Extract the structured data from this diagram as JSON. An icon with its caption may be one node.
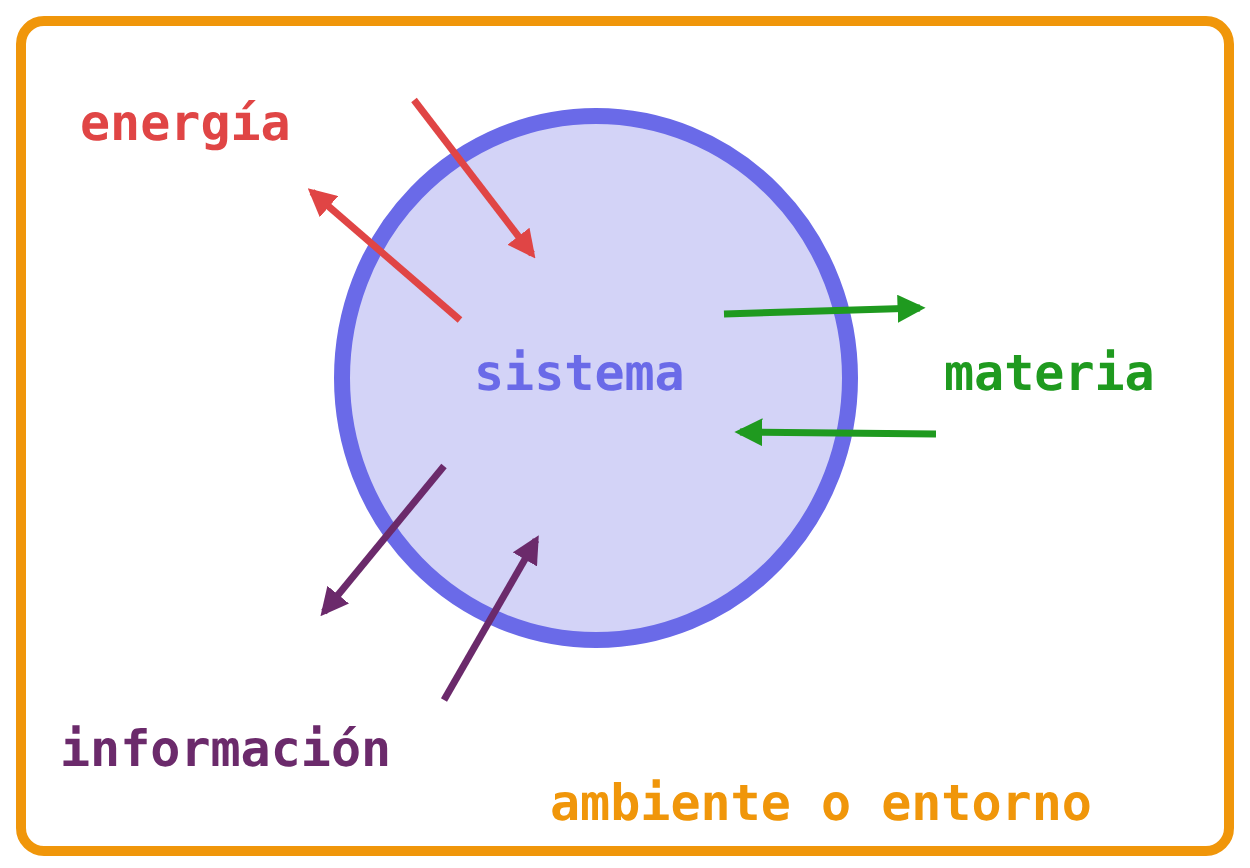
{
  "diagram": {
    "nodes": [
      {
        "text": [
          "ambiente o entorno"
        ]
      },
      {
        "text": [
          "sistema"
        ],
        "in": 0
      }
    ],
    "edges": [
      {
        "from": null,
        "to": 1,
        "arrow": "to",
        "color": "#e04545"
      },
      {
        "from": 1,
        "to": null,
        "arrow": "to",
        "color": "#e04545"
      },
      {
        "from": 1,
        "to": null,
        "arrow": "to",
        "color": "#1f9a1f"
      },
      {
        "from": null,
        "to": 1,
        "arrow": "to",
        "color": "#1f9a1f"
      },
      {
        "from": 1,
        "to": null,
        "arrow": "to",
        "color": "#6b2a6b"
      },
      {
        "from": null,
        "to": 1,
        "arrow": "to",
        "color": "#6b2a6b"
      }
    ],
    "labels": [
      "energía",
      "materia",
      "información"
    ]
  }
}
